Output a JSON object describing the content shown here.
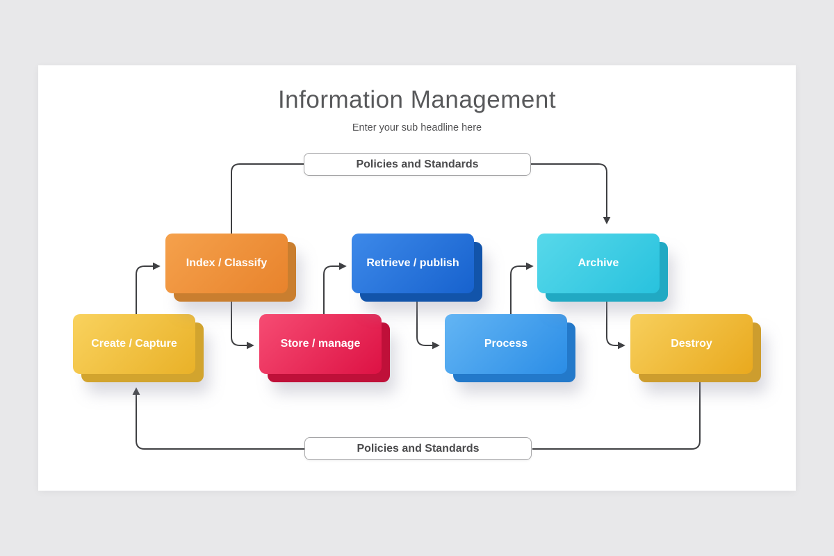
{
  "header": {
    "title": "Information Management",
    "subtitle": "Enter your sub headline here"
  },
  "policy_bars": {
    "top_label": "Policies and Standards",
    "bottom_label": "Policies and Standards"
  },
  "nodes": [
    {
      "id": "create-capture",
      "label": "Create / Capture",
      "color_top_left": "#f9d25e",
      "color_bottom_right": "#e9b128",
      "shadow_color": "#d2a42e"
    },
    {
      "id": "index-classify",
      "label": "Index / Classify",
      "color_top_left": "#f5a14c",
      "color_bottom_right": "#e8832c",
      "shadow_color": "#c97e2f"
    },
    {
      "id": "store-manage",
      "label": "Store / manage",
      "color_top_left": "#f64c73",
      "color_bottom_right": "#dd1244",
      "shadow_color": "#bf1039"
    },
    {
      "id": "retrieve-publish",
      "label": "Retrieve / publish",
      "color_top_left": "#3d89e9",
      "color_bottom_right": "#1762ce",
      "shadow_color": "#1254aa"
    },
    {
      "id": "process",
      "label": "Process",
      "color_top_left": "#63b5f4",
      "color_bottom_right": "#2b8de6",
      "shadow_color": "#2379ca"
    },
    {
      "id": "archive",
      "label": "Archive",
      "color_top_left": "#57d8ea",
      "color_bottom_right": "#28c2de",
      "shadow_color": "#21a9c3"
    },
    {
      "id": "destroy",
      "label": "Destroy",
      "color_top_left": "#f7cf5c",
      "color_bottom_right": "#e9a91e",
      "shadow_color": "#cd9d2e"
    }
  ],
  "connectors": {
    "color": "#3f4043"
  },
  "colors": {
    "page_background": "#e8e8ea",
    "canvas_background": "#ffffff",
    "node_text": "#ffffff",
    "policy_border": "#a5a5a7",
    "policy_text": "#4b4b4d",
    "title_text": "#58595b"
  }
}
